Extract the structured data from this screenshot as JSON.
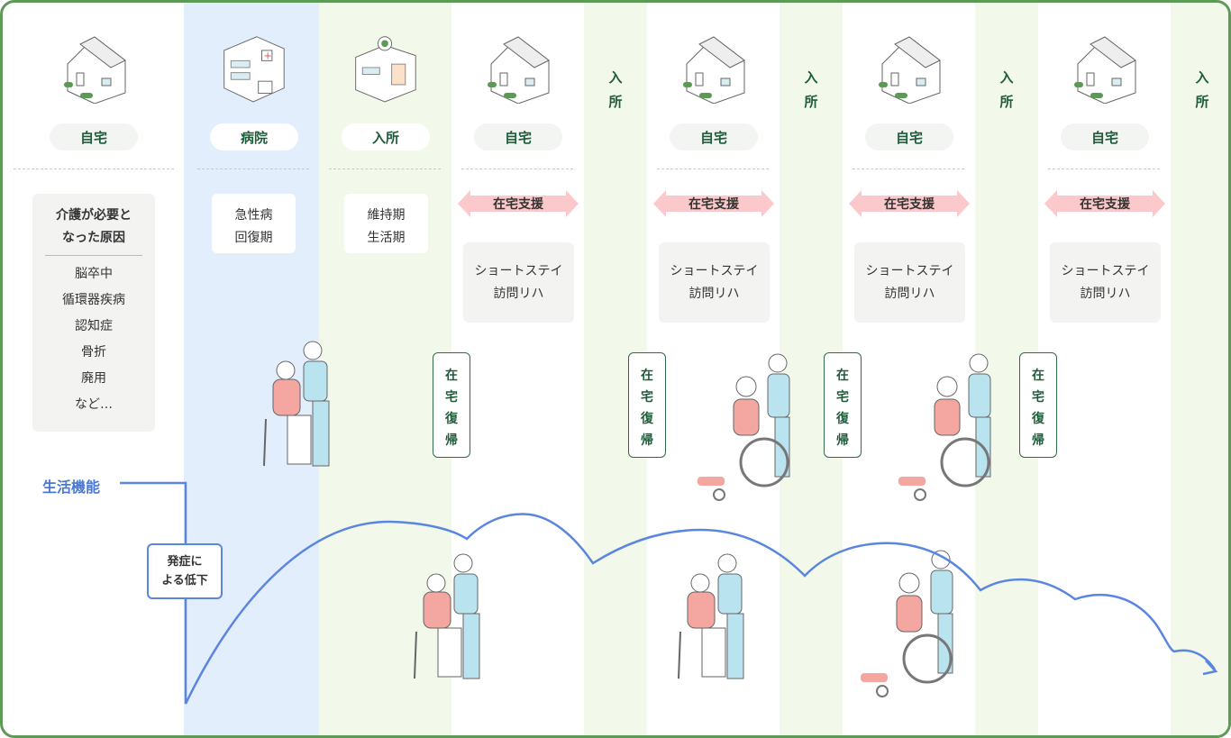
{
  "stages": {
    "home": "自宅",
    "hospital": "病院",
    "facility": "入所"
  },
  "cause_box": {
    "title_line1": "介護が必要と",
    "title_line2": "なった原因",
    "items": [
      "脳卒中",
      "循環器疾病",
      "認知症",
      "骨折",
      "廃用",
      "など…"
    ]
  },
  "hospital_box": {
    "line1": "急性病",
    "line2": "回復期"
  },
  "facility_box": {
    "line1": "維持期",
    "line2": "生活期"
  },
  "home_support": "在宅支援",
  "service_box": {
    "line1": "ショートステイ",
    "line2": "訪問リハ"
  },
  "return_home": [
    "在",
    "宅",
    "復",
    "帰"
  ],
  "admission_vertical": [
    "入",
    "所"
  ],
  "life_function_label": "生活機能",
  "decline_label": {
    "line1": "発症に",
    "line2": "よる低下"
  },
  "colors": {
    "border": "#5d9a55",
    "hospital_band": "#e3eefc",
    "facility_band": "#f3f9ea",
    "curve": "#5b86e0",
    "support_arrow": "#fbc9cb",
    "text_green": "#1f5c3a"
  }
}
